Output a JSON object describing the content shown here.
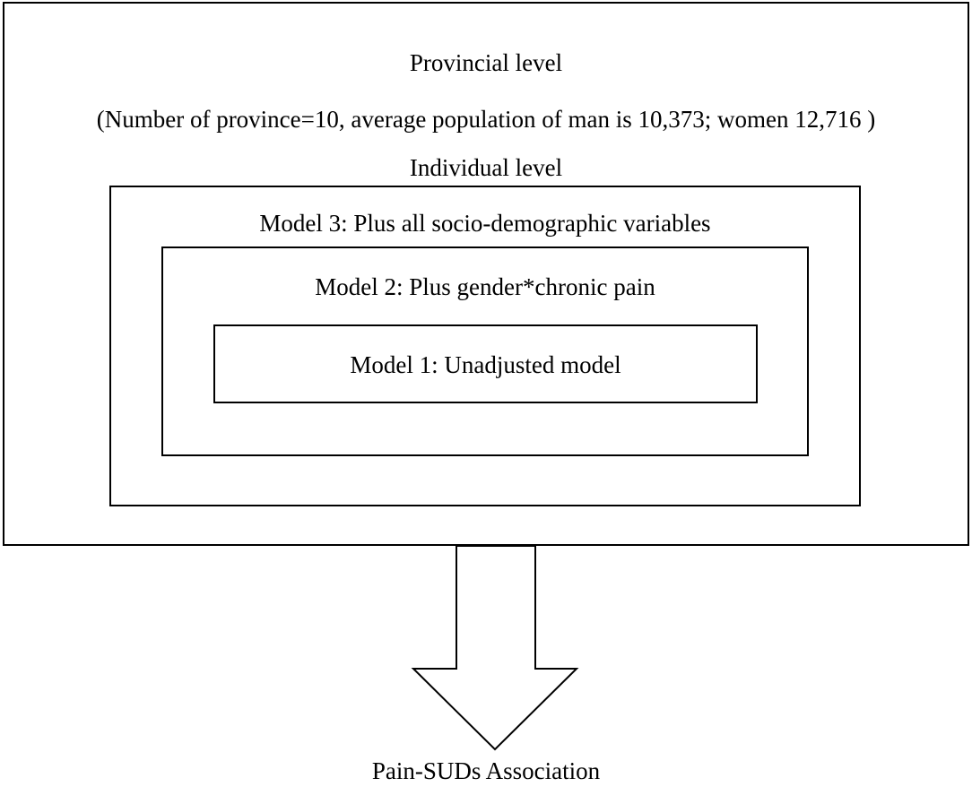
{
  "provincial": {
    "title": "Provincial level",
    "detail": "(Number of province=10, average population of man is 10,373; women 12,716 )",
    "individual_title": "Individual level"
  },
  "models": {
    "model3": "Model 3: Plus all socio-demographic variables",
    "model2": "Model 2: Plus gender*chronic pain",
    "model1": "Model 1: Unadjusted model"
  },
  "outcome": {
    "label": "Pain-SUDs Association"
  },
  "colors": {
    "stroke": "#000000",
    "background": "#ffffff"
  }
}
